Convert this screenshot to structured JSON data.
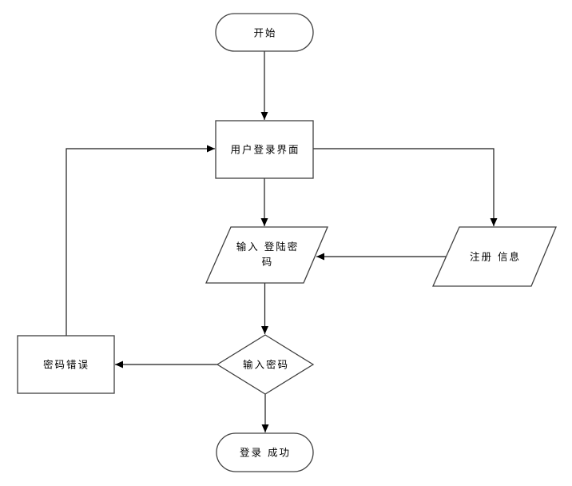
{
  "diagram": {
    "type": "flowchart",
    "background": "#ffffff",
    "colors": {
      "shape_stroke": "#404040",
      "edge_stroke": "#1a1a1a",
      "arrow_fill": "#000000",
      "text": "#000000",
      "background": "#ffffff"
    },
    "nodes": [
      {
        "id": "start",
        "type": "terminator",
        "label": "开始"
      },
      {
        "id": "login-ui",
        "type": "process",
        "label": "用户登录界面"
      },
      {
        "id": "input-password",
        "type": "data-parallelogram",
        "label": "输入 登陆密码"
      },
      {
        "id": "register-info",
        "type": "data-parallelogram",
        "label": "注册 信息"
      },
      {
        "id": "password-error",
        "type": "process",
        "label": "密码错误"
      },
      {
        "id": "check-password",
        "type": "decision",
        "label": "输入密码"
      },
      {
        "id": "login-success",
        "type": "terminator",
        "label": "登录 成功"
      }
    ],
    "edges": [
      {
        "from": "start",
        "to": "login-ui"
      },
      {
        "from": "login-ui",
        "to": "input-password"
      },
      {
        "from": "login-ui",
        "to": "register-info"
      },
      {
        "from": "register-info",
        "to": "input-password"
      },
      {
        "from": "input-password",
        "to": "check-password"
      },
      {
        "from": "check-password",
        "to": "password-error"
      },
      {
        "from": "password-error",
        "to": "login-ui"
      },
      {
        "from": "check-password",
        "to": "login-success"
      }
    ]
  }
}
